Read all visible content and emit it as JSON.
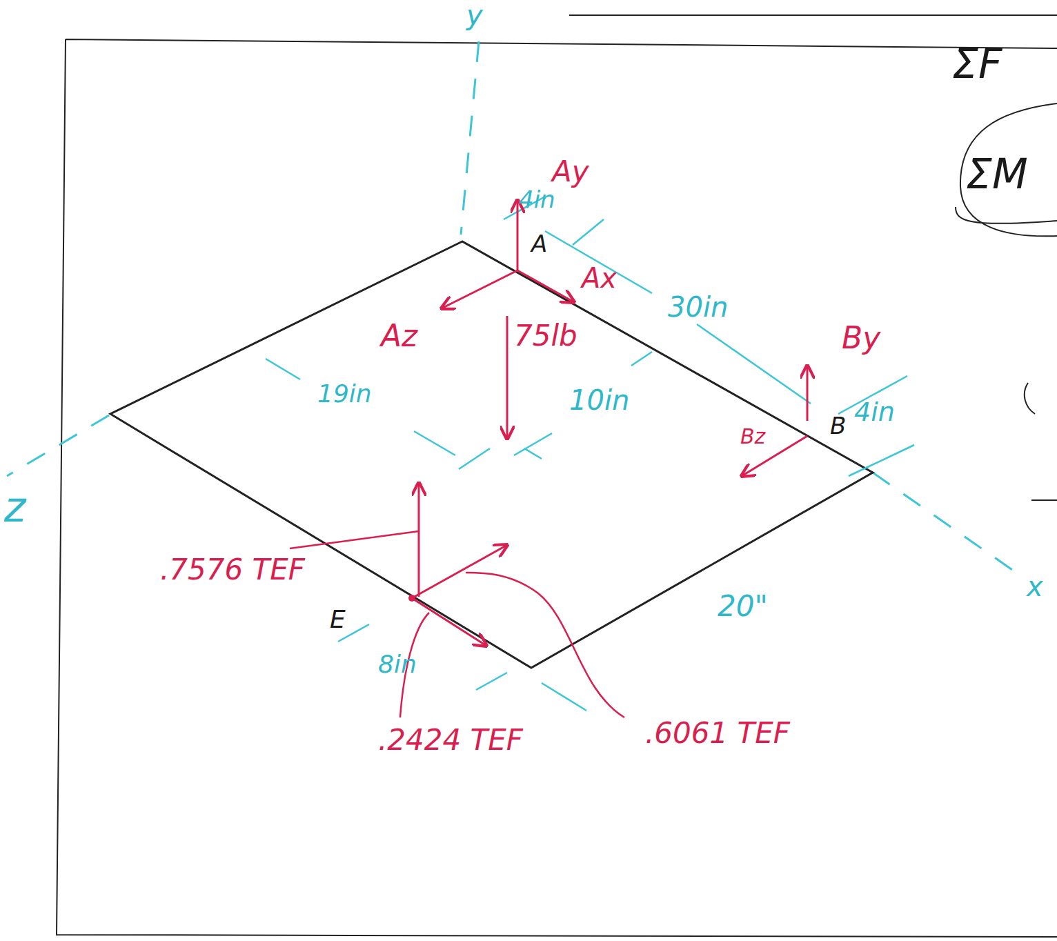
{
  "diagram": {
    "labels": [
      "y",
      "Ay",
      "4in",
      "A",
      "Ax",
      "Az",
      "75lb",
      "30in",
      "By",
      "4in",
      "B",
      "Bz",
      "19in",
      "10in",
      "z",
      ".7576 TEF",
      "E",
      "8in",
      "20\"",
      ".2424 TEF",
      ".6061 TEF",
      "x",
      "ΣF",
      "ΣM"
    ]
  }
}
